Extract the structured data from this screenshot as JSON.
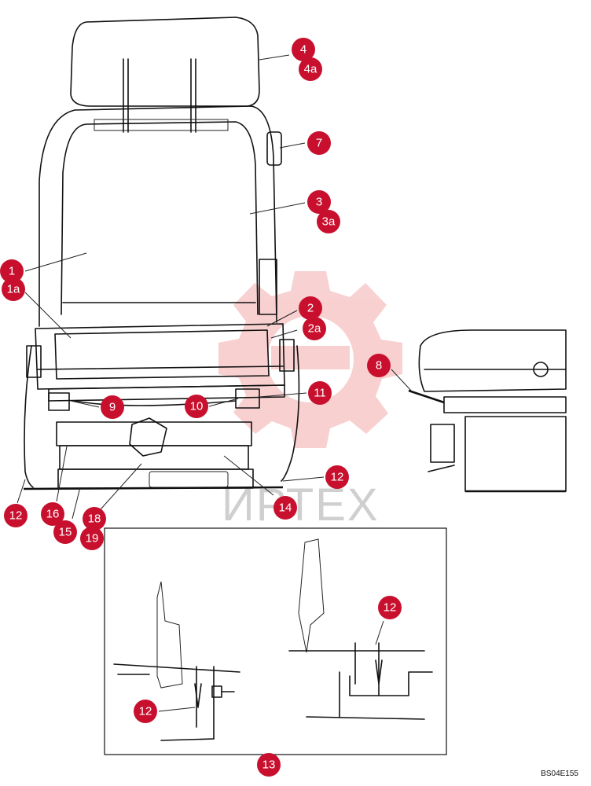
{
  "watermark": {
    "text": "ИРТЕХ"
  },
  "reference_code": "BS04E155",
  "callouts": [
    {
      "id": "c1",
      "label": "1"
    },
    {
      "id": "c1a",
      "label": "1a"
    },
    {
      "id": "c2",
      "label": "2"
    },
    {
      "id": "c2a",
      "label": "2a"
    },
    {
      "id": "c3",
      "label": "3"
    },
    {
      "id": "c3a",
      "label": "3a"
    },
    {
      "id": "c4",
      "label": "4"
    },
    {
      "id": "c4a",
      "label": "4a"
    },
    {
      "id": "c7",
      "label": "7"
    },
    {
      "id": "c8",
      "label": "8"
    },
    {
      "id": "c9",
      "label": "9"
    },
    {
      "id": "c10",
      "label": "10"
    },
    {
      "id": "c11",
      "label": "11"
    },
    {
      "id": "c12a",
      "label": "12"
    },
    {
      "id": "c12b",
      "label": "12"
    },
    {
      "id": "c12c",
      "label": "12"
    },
    {
      "id": "c12d",
      "label": "12"
    },
    {
      "id": "c13",
      "label": "13"
    },
    {
      "id": "c14",
      "label": "14"
    },
    {
      "id": "c15",
      "label": "15"
    },
    {
      "id": "c16",
      "label": "16"
    },
    {
      "id": "c18",
      "label": "18"
    },
    {
      "id": "c19",
      "label": "19"
    }
  ]
}
